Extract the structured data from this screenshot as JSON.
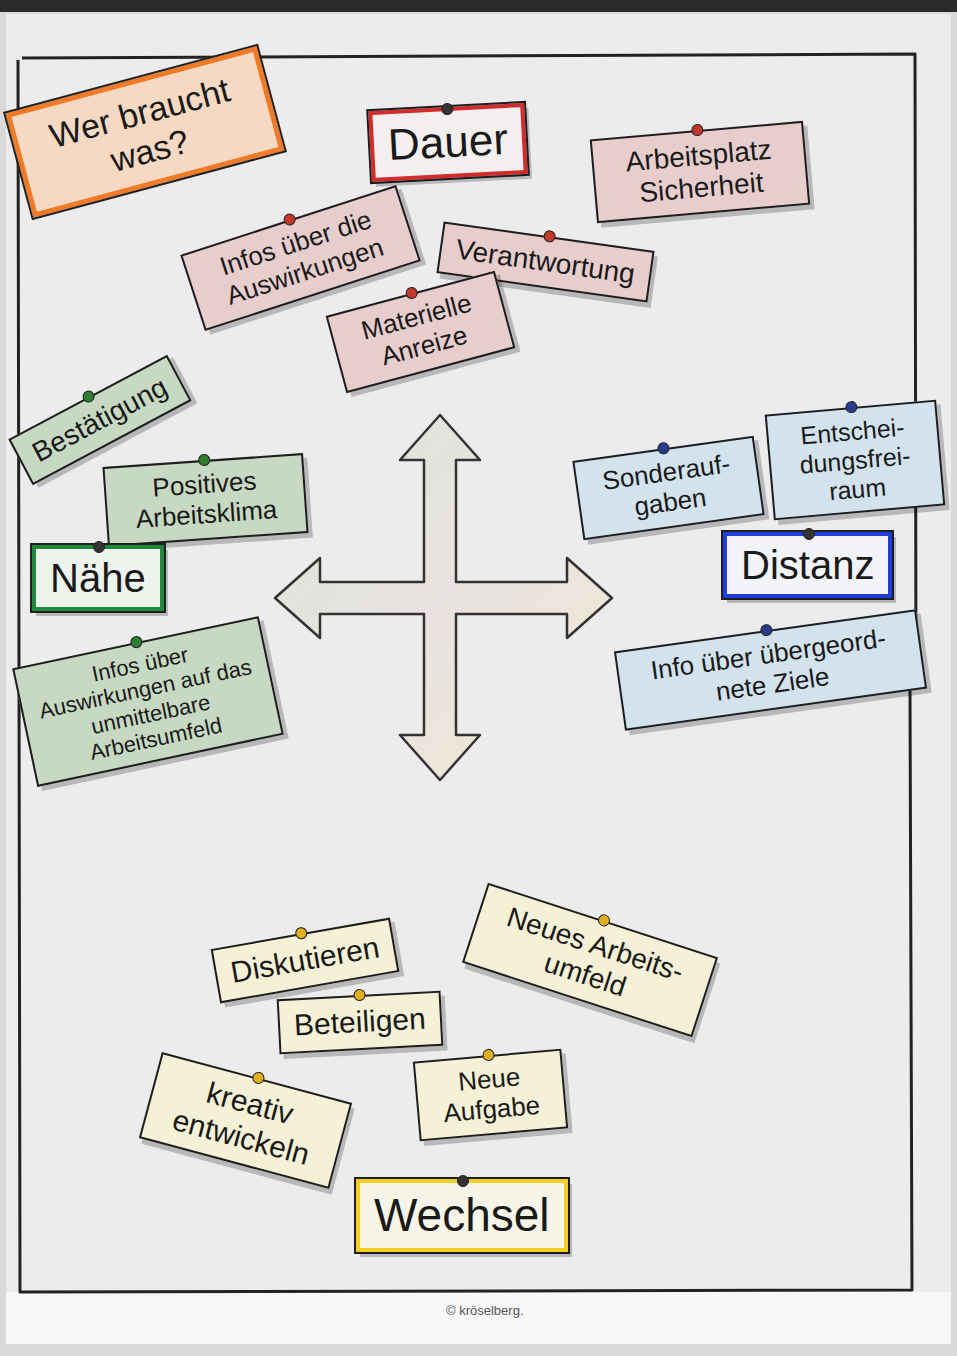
{
  "diagram": {
    "title": "Wer braucht was?",
    "nodes": [
      {
        "text": [
          "Dauer"
        ]
      },
      {
        "text": [
          "Arbeitsplatz Sicherheit"
        ]
      },
      {
        "text": [
          "Infos über die Auswirkungen"
        ]
      },
      {
        "text": [
          "Verantwortung"
        ]
      },
      {
        "text": [
          "Materielle Anreize"
        ]
      },
      {
        "text": [
          "Bestätigung"
        ]
      },
      {
        "text": [
          "Positives Arbeitsklima"
        ]
      },
      {
        "text": [
          "Entschei- dungsfrei- raum"
        ]
      },
      {
        "text": [
          "Sonderauf- gaben"
        ]
      },
      {
        "text": [
          "Nähe"
        ]
      },
      {
        "text": [
          "Distanz"
        ]
      },
      {
        "text": [
          "Infos über Auswirkungen auf das unmittelbare Arbeitsumfeld"
        ]
      },
      {
        "text": [
          "Info über übergeord- nete Ziele"
        ]
      },
      {
        "text": [
          "Diskutieren"
        ]
      },
      {
        "text": [
          "Neues Arbeits- umfeld"
        ]
      },
      {
        "text": [
          "Beteiligen"
        ]
      },
      {
        "text": [
          "Neue Aufgabe"
        ]
      },
      {
        "text": [
          "kreativ entwickeln"
        ]
      },
      {
        "text": [
          "Wechsel"
        ]
      }
    ],
    "labels": [
      "© kröselberg."
    ]
  }
}
